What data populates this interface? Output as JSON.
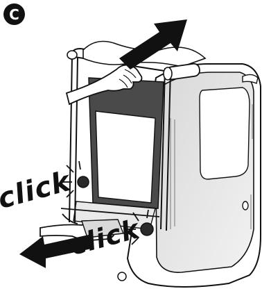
{
  "step": {
    "letter": "C"
  },
  "annotations": {
    "click_top": "click",
    "click_bottom": "click"
  },
  "colors": {
    "ink": "#111111",
    "paper": "#ffffff",
    "shade": "#cfcfcf"
  },
  "icons": {
    "direction_up": "arrow-up-right-icon",
    "direction_left": "arrow-left-icon",
    "sound_effect": "click-burst-icon"
  }
}
